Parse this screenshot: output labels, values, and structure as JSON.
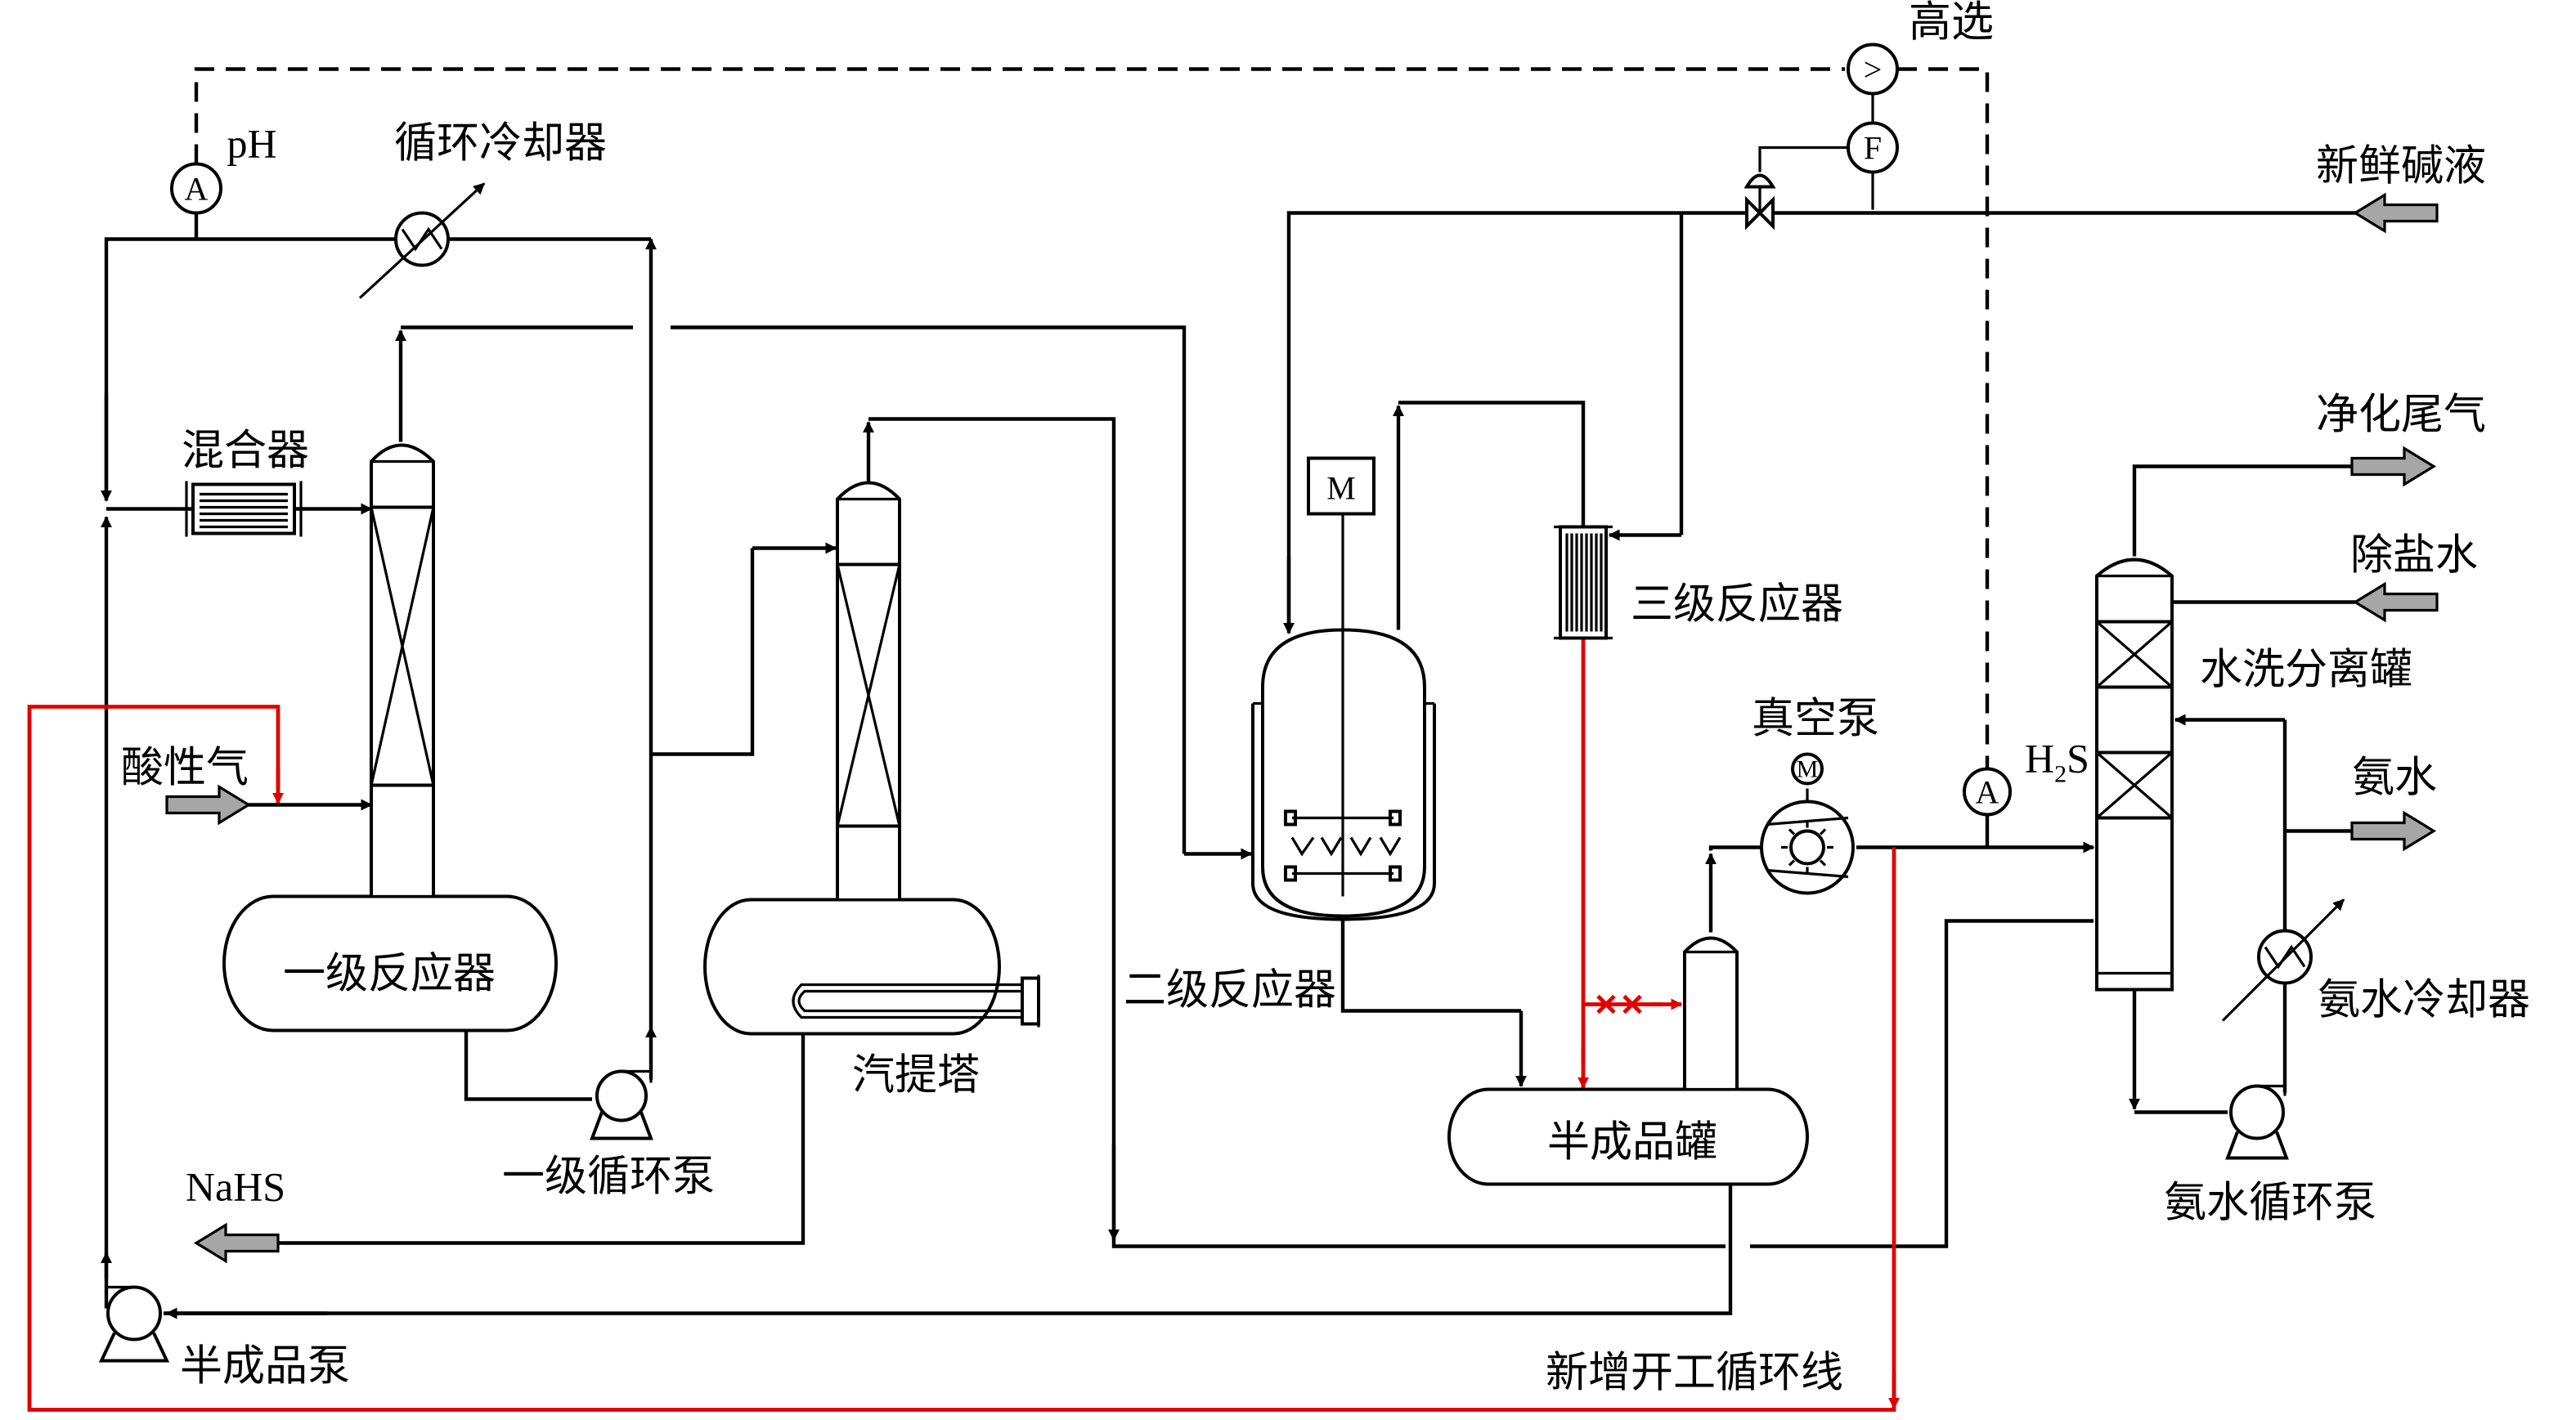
{
  "labels": {
    "ph": "pH",
    "circ_cooler": "循环冷却器",
    "high_select": "高选",
    "fresh_alkali": "新鲜碱液",
    "mixer": "混合器",
    "acid_gas": "酸性气",
    "r1": "一级反应器",
    "stripper": "汽提塔",
    "r2": "二级反应器",
    "r3": "三级反应器",
    "vacuum_pump": "真空泵",
    "semi_tank": "半成品罐",
    "purified_tail_gas": "净化尾气",
    "desalted_water": "除盐水",
    "wash_separator": "水洗分离罐",
    "ammonia_water": "氨水",
    "ammonia_cooler": "氨水冷却器",
    "ammonia_pump": "氨水循环泵",
    "r1_pump": "一级循环泵",
    "nahs": "NaHS",
    "semi_pump": "半成品泵",
    "new_loop": "新增开工循环线",
    "h2s_main": "H",
    "h2s_sub": "2",
    "h2s_tail": "S",
    "analyzer_a": "A",
    "flow_f": "F",
    "motor_m": "M",
    "selector_gt": ">"
  },
  "colors": {
    "pipe": "#000000",
    "startup_loop": "#e00000",
    "stream_arrow": "#a6a6a6"
  }
}
